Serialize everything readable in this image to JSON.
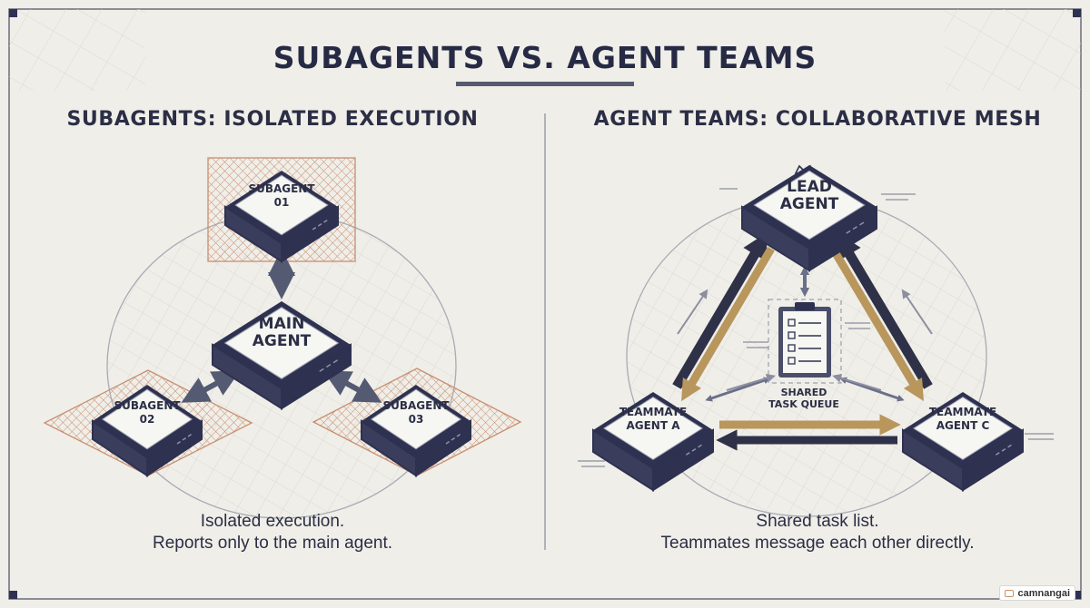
{
  "title": "SUBAGENTS VS. AGENT TEAMS",
  "left_panel": {
    "heading": "SUBAGENTS: ISOLATED EXECUTION",
    "main_agent": [
      "MAIN",
      "AGENT"
    ],
    "subagent_01": [
      "SUBAGENT",
      "01"
    ],
    "subagent_02": [
      "SUBAGENT",
      "02"
    ],
    "subagent_03": [
      "SUBAGENT",
      "03"
    ],
    "caption": [
      "Isolated execution.",
      "Reports only to the main agent."
    ]
  },
  "right_panel": {
    "heading": "AGENT TEAMS: COLLABORATIVE MESH",
    "lead_agent": [
      "LEAD",
      "AGENT"
    ],
    "teammate_a": [
      "TEAMMATE",
      "AGENT A"
    ],
    "teammate_c": [
      "TEAMMATE",
      "AGENT C"
    ],
    "task_queue": [
      "SHARED",
      "TASK QUEUE"
    ],
    "caption": [
      "Shared task list.",
      "Teammates message each other directly."
    ]
  },
  "watermark": "camnangai",
  "colors": {
    "background": "#efeee8",
    "node_dark": "#2e3150",
    "node_top": "#f6f6f2",
    "accent_tan": "#b8965c",
    "hatch": "#c98e6f"
  },
  "icons": [
    "crown-icon",
    "clipboard-icon"
  ]
}
